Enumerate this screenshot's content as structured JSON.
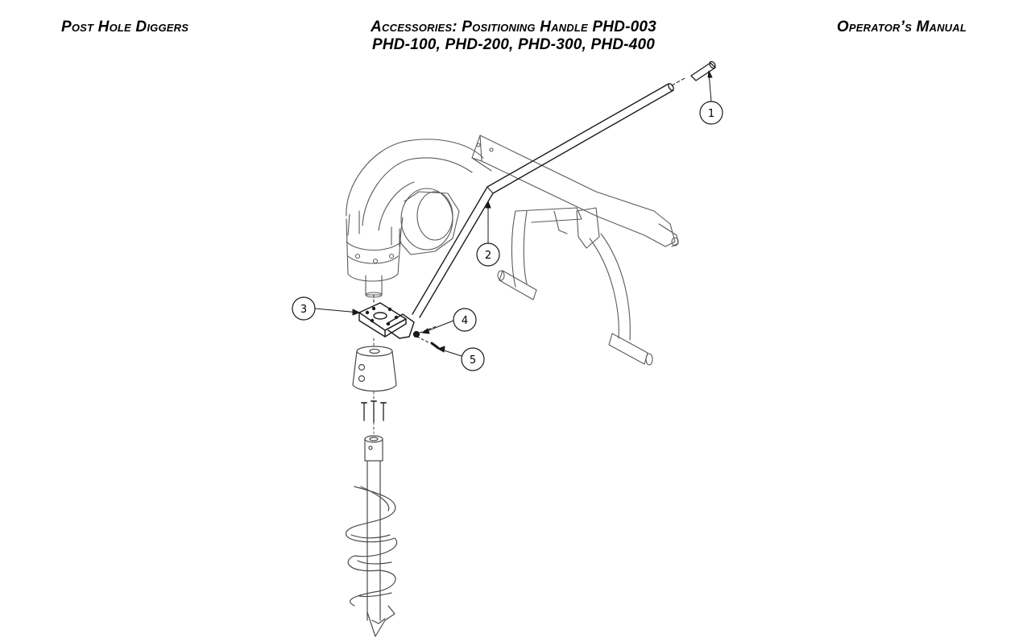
{
  "header": {
    "left": "Post Hole Diggers",
    "center_line1": "Accessories: Positioning Handle PHD-003",
    "center_line2": "PHD-100, PHD-200, PHD-300, PHD-400",
    "right": "Operator’s Manual"
  },
  "diagram": {
    "callouts": [
      {
        "number": "1"
      },
      {
        "number": "2"
      },
      {
        "number": "3"
      },
      {
        "number": "4"
      },
      {
        "number": "5"
      }
    ]
  }
}
